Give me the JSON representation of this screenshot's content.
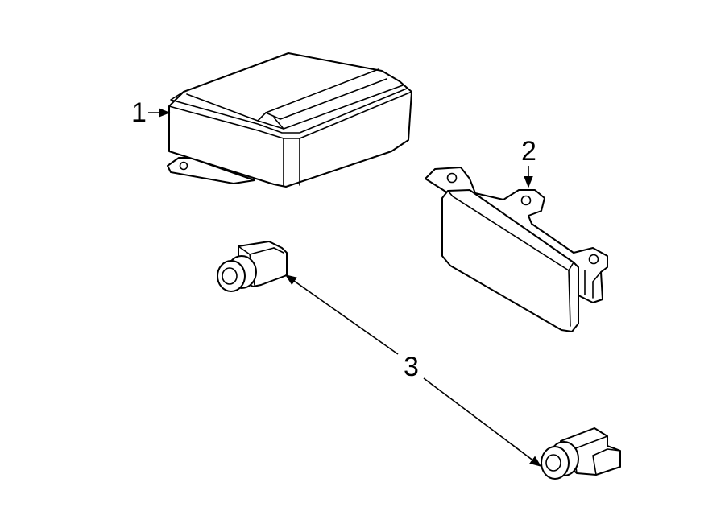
{
  "callouts": {
    "c1": "1",
    "c2": "2",
    "c3": "3"
  },
  "parts": [
    {
      "callout": "1",
      "icon": "control-module"
    },
    {
      "callout": "2",
      "icon": "sensor-bracket"
    },
    {
      "callout": "3",
      "icon": "impact-sensor"
    }
  ],
  "colors": {
    "line": "#000000",
    "background": "#ffffff"
  }
}
